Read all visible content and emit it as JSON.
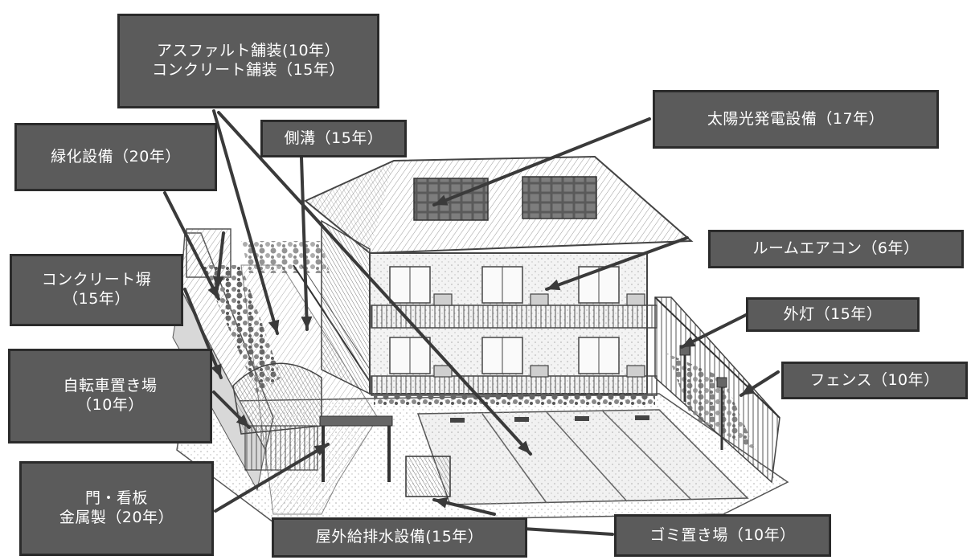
{
  "labels": {
    "paving": [
      "アスファルト舗装(10年）",
      "コンクリート舗装（15年）"
    ],
    "solar": [
      "太陽光発電設備（17年）"
    ],
    "gutter": [
      "側溝（15年）"
    ],
    "greenery": [
      "緑化設備（20年）"
    ],
    "aircon": [
      "ルームエアコン（6年）"
    ],
    "concrete_wall": [
      "コンクリート塀",
      "（15年）"
    ],
    "outdoor_light": [
      "外灯（15年）"
    ],
    "bicycle_parking": [
      "自転車置き場",
      "（10年）"
    ],
    "fence": [
      "フェンス（10年）"
    ],
    "gate_sign": [
      "門・看板",
      "金属製（20年）"
    ],
    "water_supply": [
      "屋外給排水設備(15年）"
    ],
    "garbage": [
      "ゴミ置き場（10年）"
    ]
  },
  "colors": {
    "label_fill": "#5b5b5b",
    "label_border": "#2b2b2b",
    "label_text": "#ffffff",
    "arrow": "#3a3a3a",
    "sketch_line": "#444444"
  }
}
